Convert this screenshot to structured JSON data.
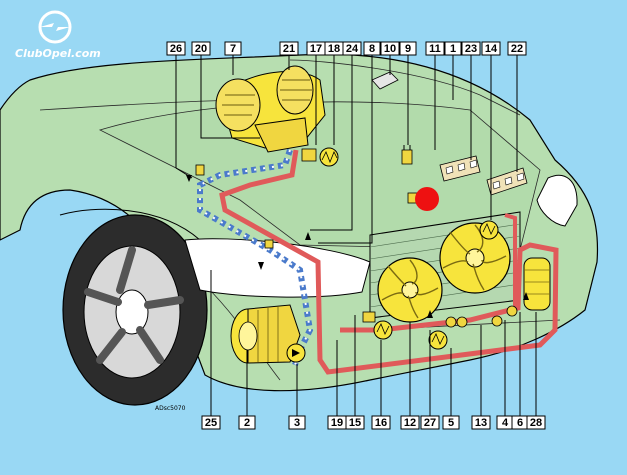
{
  "brand": {
    "text": "ClubOpel.com"
  },
  "drawing_code": "ADsc5070",
  "colors": {
    "background": "#99d8f4",
    "car_body": "#b7deb0",
    "component_yellow": "#f7e43c",
    "pipe_red": "#e05a5a",
    "pipe_blue": "#4a7acb",
    "marker_red": "#ee1111"
  },
  "top_labels": [
    "26",
    "20",
    "7",
    "21",
    "17",
    "18",
    "24",
    "8",
    "10",
    "9",
    "11",
    "1",
    "23",
    "14",
    "22"
  ],
  "bottom_labels": [
    "25",
    "2",
    "3",
    "19",
    "15",
    "16",
    "12",
    "27",
    "5",
    "13",
    "4",
    "6",
    "28"
  ]
}
